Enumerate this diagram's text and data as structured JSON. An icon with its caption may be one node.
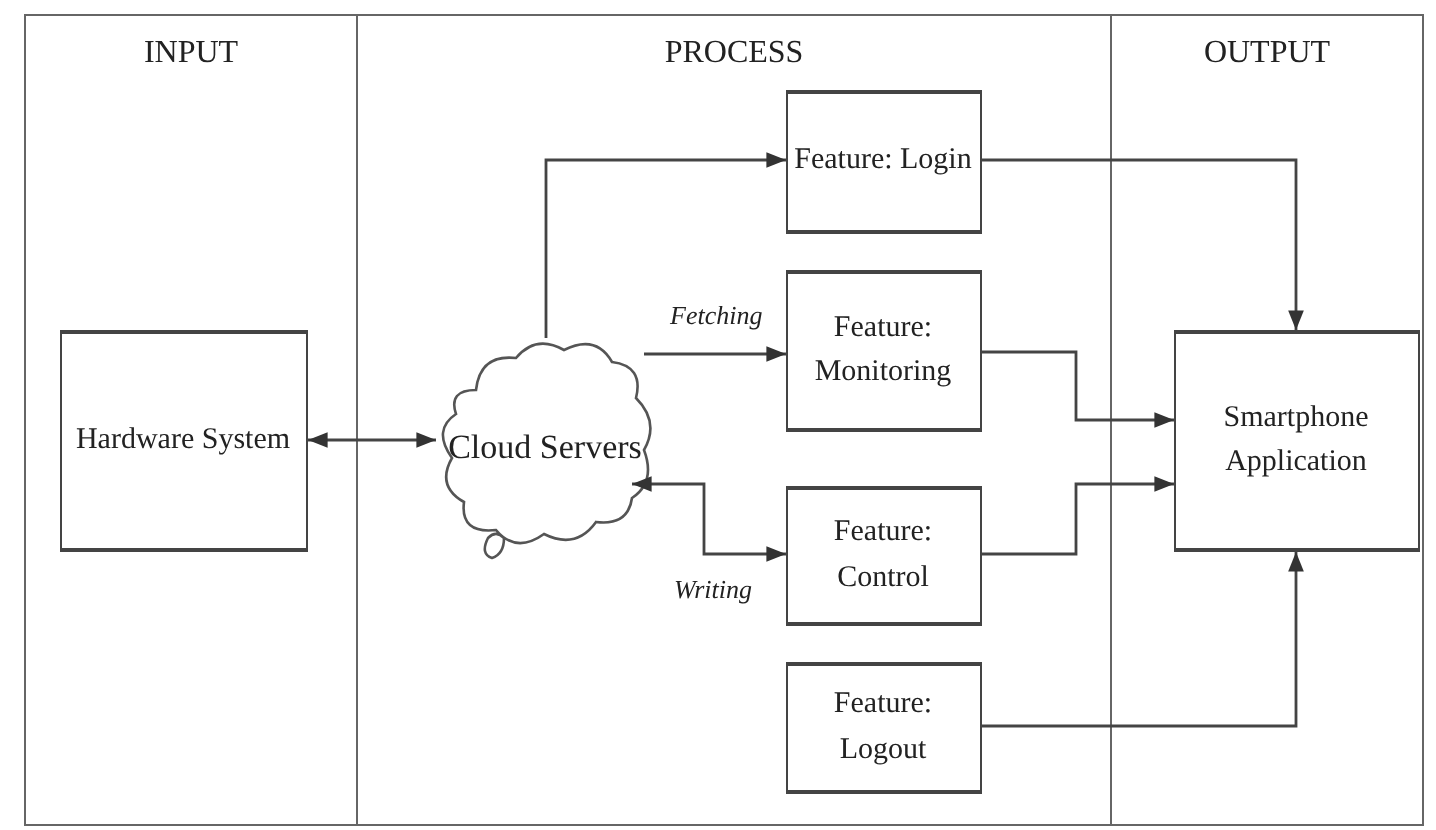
{
  "diagram": {
    "nodes": [
      {
        "text": [
          "INPUT"
        ]
      },
      {
        "text": [
          "PROCESS"
        ]
      },
      {
        "text": [
          "OUTPUT"
        ]
      },
      {
        "text": [
          "Hardware System"
        ],
        "in": 0
      },
      {
        "text": [
          "Cloud Servers"
        ],
        "in": 1
      },
      {
        "text": [
          "Feature: Login"
        ],
        "in": 1
      },
      {
        "text": [
          "Feature: Monitoring"
        ],
        "in": 1
      },
      {
        "text": [
          "Feature: Control"
        ],
        "in": 1
      },
      {
        "text": [
          "Feature: Logout"
        ],
        "in": 1
      },
      {
        "text": [
          "Smartphone Application"
        ],
        "in": 2
      }
    ],
    "edges": [
      {
        "from": 3,
        "to": 4,
        "arrow": "both"
      },
      {
        "from": 4,
        "to": 5,
        "arrow": "to"
      },
      {
        "from": 4,
        "to": 6,
        "arrow": "to",
        "label": "Fetching"
      },
      {
        "from": 7,
        "to": 4,
        "arrow": "both",
        "label": "Writing"
      },
      {
        "from": 5,
        "to": 9,
        "arrow": "to"
      },
      {
        "from": 6,
        "to": 9,
        "arrow": "to"
      },
      {
        "from": 7,
        "to": 9,
        "arrow": "to"
      },
      {
        "from": 8,
        "to": 9,
        "arrow": "to"
      }
    ]
  }
}
